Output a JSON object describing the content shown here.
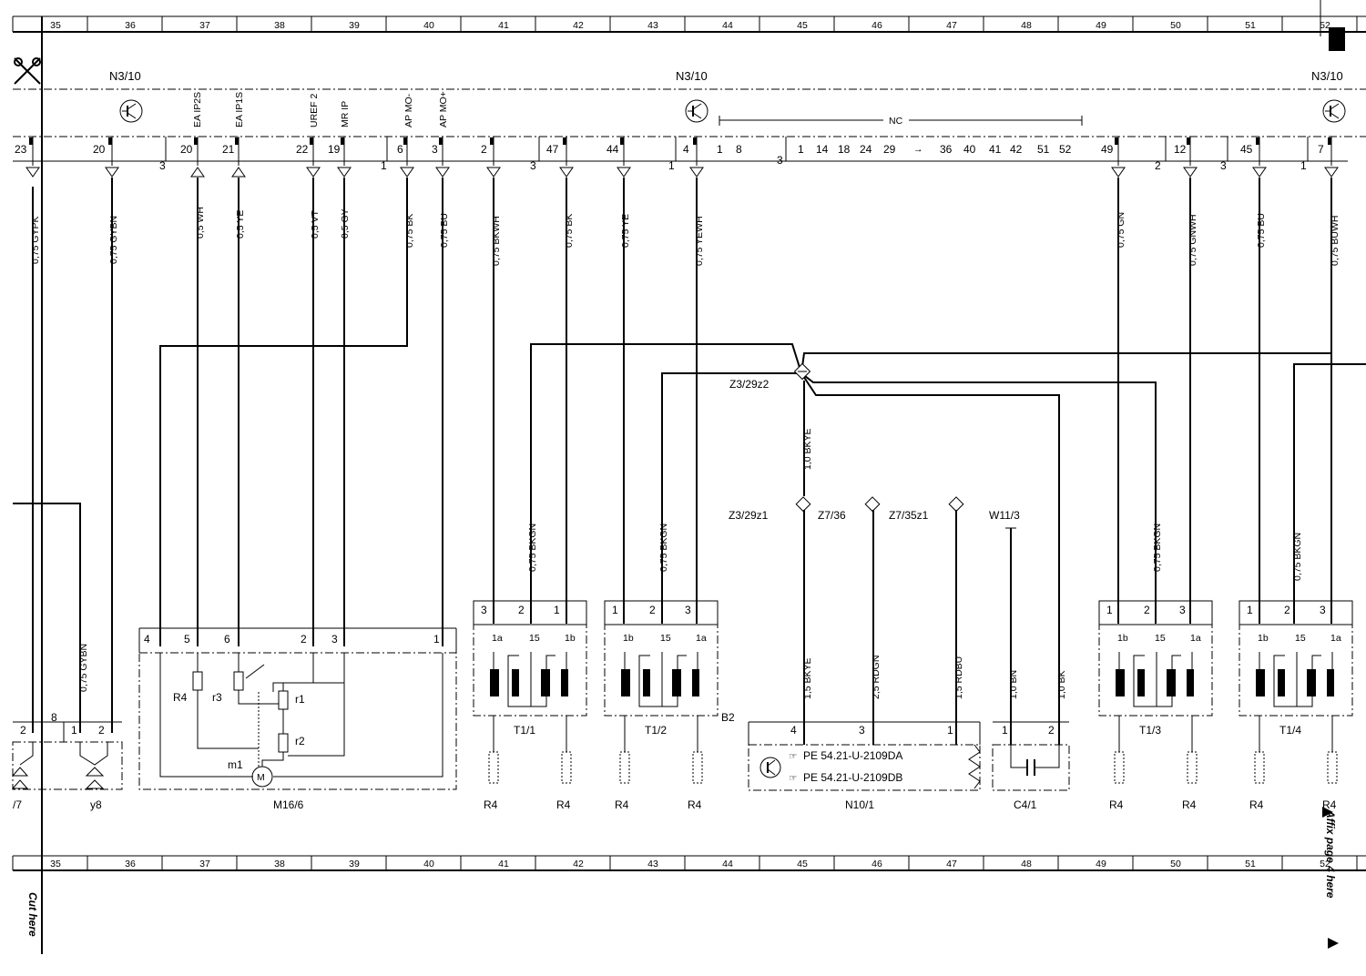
{
  "grid": {
    "columns": [
      "35",
      "36",
      "37",
      "38",
      "39",
      "40",
      "41",
      "42",
      "43",
      "44",
      "45",
      "46",
      "47",
      "48",
      "49",
      "50",
      "51",
      "52"
    ]
  },
  "control_unit": {
    "label_left": "N3/10",
    "label_mid": "N3/10",
    "label_right": "N3/10",
    "nc_label": "NC"
  },
  "pins": {
    "p23": "23",
    "p20a": "20",
    "p20b": "20",
    "p21": "21",
    "p22": "22",
    "p19": "19",
    "p6": "6",
    "p3": "3",
    "p2": "2",
    "p47": "47",
    "p44": "44",
    "p4": "4",
    "p1": "1",
    "p8": "8",
    "p49": "49",
    "p12": "12",
    "p45": "45",
    "p7": "7",
    "nc_pins": [
      "1",
      "14",
      "18",
      "24",
      "29",
      "36",
      "40",
      "41",
      "42",
      "51",
      "52"
    ],
    "group3a": "3",
    "group3b": "3",
    "group3c": "3",
    "group3d": "3",
    "group1a": "1",
    "group1b": "1",
    "group1c": "1",
    "group2": "2"
  },
  "signals": {
    "ea_ip2s": "EA IP2S",
    "ea_ip1s": "EA IP1S",
    "uref2": "UREF 2",
    "mr_ip": "MR IP",
    "ap_mo_minus": "AP MO-",
    "ap_mo_plus": "AP MO+"
  },
  "wires": {
    "w1": "0,75 GYPK",
    "w2": "0,75 GYBN",
    "w3": "0,5 WH",
    "w4": "0,5 YE",
    "w5": "0,5 VT",
    "w6": "0,5 GY",
    "w7": "0,75 BK",
    "w8": "0,75 BU",
    "w9": "0,75 BKWH",
    "w10": "0,75 BK",
    "w11": "0,75 YE",
    "w12": "0,75 YEWH",
    "w13": "0,75 GN",
    "w14": "0,75 GNWH",
    "w15": "0,75 BU",
    "w16": "0,75 BUWH",
    "w17": "1,0 BKYE",
    "w18": "0,75 BKGN",
    "w19": "0,75 BKGN",
    "w20": "0,75 BKGN",
    "w21": "0,75 BKGN",
    "w22": "0,75 GYBN",
    "w23": "1,5 BKYE",
    "w24": "2,5 RDGN",
    "w25": "1,5 RDBU",
    "w26": "1,0 BN",
    "w27": "1,0 BK"
  },
  "connectors": {
    "z3_29z2": "Z3/29z2",
    "z3_29z1": "Z3/29z1",
    "z7_36": "Z7/36",
    "z7_35z1": "Z7/35z1",
    "w11_3": "W11/3"
  },
  "components": {
    "m16_6": "M16/6",
    "m1": "m1",
    "r1": "r1",
    "r2": "r2",
    "r3": "r3",
    "r4": "R4",
    "m16_pins": [
      "4",
      "5",
      "6",
      "2",
      "3",
      "1"
    ],
    "y8": "y8",
    "y8_pins": [
      "1",
      "2"
    ],
    "y8_wire_pin": "8",
    "y7_partial": "/7",
    "y7_pin": "2",
    "coils": [
      {
        "name": "T1/1",
        "pins": [
          "3",
          "2",
          "1"
        ],
        "sub": [
          "1a",
          "15",
          "1b"
        ]
      },
      {
        "name": "T1/2",
        "pins": [
          "1",
          "2",
          "3"
        ],
        "sub": [
          "1b",
          "15",
          "1a"
        ],
        "extra": "B2"
      },
      {
        "name": "T1/3",
        "pins": [
          "1",
          "2",
          "3"
        ],
        "sub": [
          "1b",
          "15",
          "1a"
        ]
      },
      {
        "name": "T1/4",
        "pins": [
          "1",
          "2",
          "3"
        ],
        "sub": [
          "1b",
          "15",
          "1a"
        ]
      }
    ],
    "n10_1": "N10/1",
    "n10_pins": [
      "4",
      "3",
      "1"
    ],
    "pe_a": "PE 54.21-U-2109DA",
    "pe_b": "PE 54.21-U-2109DB",
    "c4_1": "C4/1",
    "c4_pins": [
      "1",
      "2"
    ]
  },
  "margin": {
    "cut_here": "Cut here",
    "affix": "Affix page 4 here"
  }
}
